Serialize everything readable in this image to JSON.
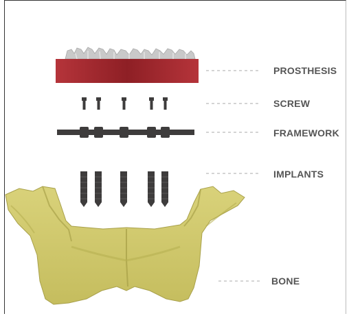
{
  "labels": {
    "prosthesis": "PROSTHESIS",
    "screw": "SCREW",
    "framework": "FRAMEWORK",
    "implants": "IMPLANTS",
    "bone": "BONE"
  },
  "colors": {
    "prosthesis_red": "#a42a2f",
    "teeth_grey": "#c9c9c9",
    "hardware_dark": "#3e3c3c",
    "bone_yellow": "#cfc86e",
    "bone_shadow": "#aaa24a",
    "label_grey": "#555555",
    "leader_grey": "#aaaaaa"
  },
  "components": {
    "screw_count": 5,
    "implant_count": 5
  }
}
